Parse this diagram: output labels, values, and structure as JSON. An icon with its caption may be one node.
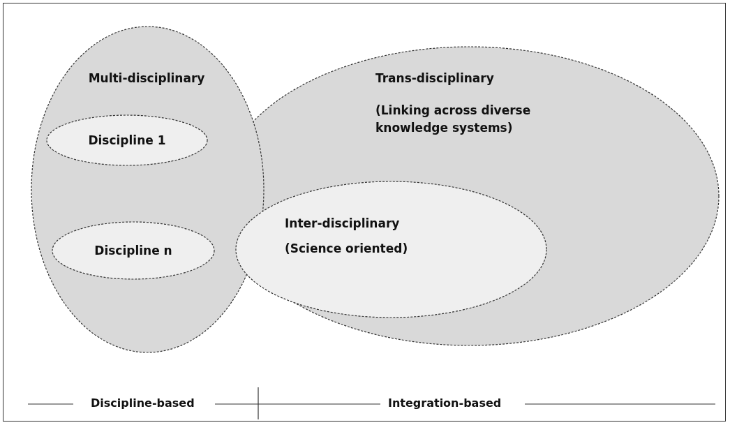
{
  "diagram": {
    "nodes": [
      {
        "text": [
          "Multi-disciplinary"
        ]
      },
      {
        "text": [
          "Discipline 1"
        ],
        "in": 0
      },
      {
        "text": [
          "Discipline n"
        ],
        "in": 0
      },
      {
        "text": [
          "Trans-disciplinary",
          "(Linking across diverse knowledge systems)"
        ]
      },
      {
        "text": [
          "Inter-disciplinary",
          "(Science oriented)"
        ],
        "in": 3
      }
    ],
    "edges": [],
    "labels": [
      "Discipline-based",
      "Integration-based"
    ]
  }
}
